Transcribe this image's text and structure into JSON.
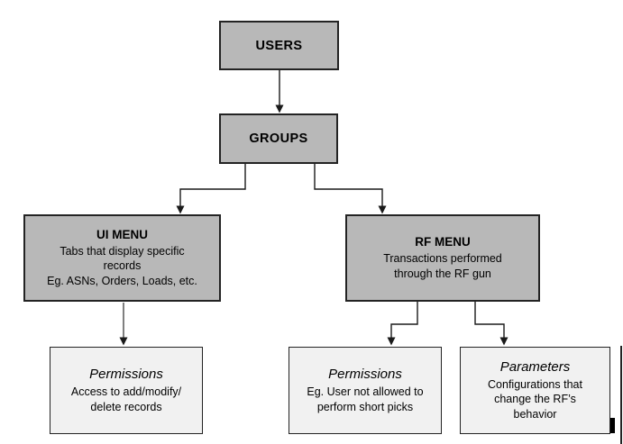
{
  "nodes": {
    "users": {
      "label": "USERS"
    },
    "groups": {
      "label": "GROUPS"
    },
    "ui_menu": {
      "title": "UI MENU",
      "lines": [
        "Tabs that display specific",
        "records",
        "Eg. ASNs, Orders, Loads, etc."
      ]
    },
    "rf_menu": {
      "title": "RF MENU",
      "lines": [
        "Transactions performed",
        "through the RF gun"
      ]
    },
    "ui_permissions": {
      "title": "Permissions",
      "lines": [
        "Access to add/modify/",
        "delete records"
      ]
    },
    "rf_permissions": {
      "title": "Permissions",
      "lines": [
        "Eg. User not allowed to",
        "perform short picks"
      ]
    },
    "rf_parameters": {
      "title": "Parameters",
      "lines": [
        "Configurations that",
        "change the RF’s",
        "behavior"
      ]
    }
  },
  "colors": {
    "node_fill": "#b8b8b8",
    "leaf_fill": "#f1f1f1",
    "box_border": "#232323",
    "connector": "#1a1a1a",
    "connector_gray": "#808080",
    "mark": "#000000"
  }
}
